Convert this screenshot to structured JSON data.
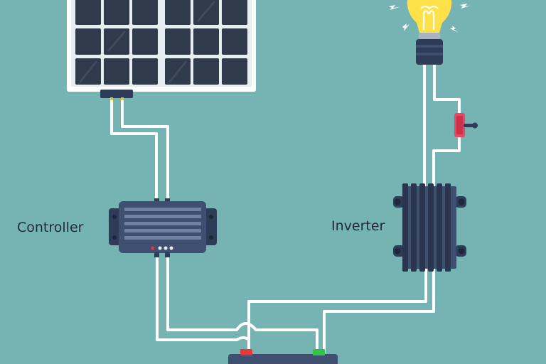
{
  "labels": {
    "controller": "Controller",
    "inverter": "Inverter"
  },
  "colors": {
    "background": "#76b3b3",
    "wire": "#ffffff",
    "device_body": "#3f4f70",
    "device_dark": "#2f3c57",
    "panel_cell": "#2f3a4a",
    "panel_frame": "#ffffff",
    "bulb_glass": "#ffe24a",
    "terminal_negative": "#e23a3a",
    "terminal_positive": "#35c24a",
    "switch": "#e8475f"
  },
  "components": [
    {
      "id": "solar-panel",
      "icon": "solar-panel-icon"
    },
    {
      "id": "controller",
      "icon": "charge-controller-icon"
    },
    {
      "id": "inverter",
      "icon": "inverter-icon"
    },
    {
      "id": "light-bulb",
      "icon": "light-bulb-icon"
    },
    {
      "id": "switch",
      "icon": "toggle-switch-icon"
    },
    {
      "id": "battery",
      "icon": "battery-icon"
    }
  ]
}
